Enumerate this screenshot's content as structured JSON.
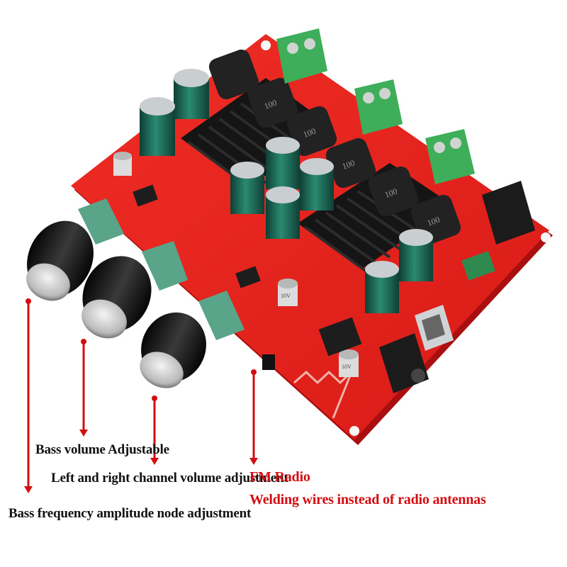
{
  "colors": {
    "board_red": "#e3201c",
    "heatsink": "#1b1b1b",
    "capacitor": "#1f6b5a",
    "terminal_green": "#3fae5a",
    "knob": "#1a1a1a",
    "annotation_red": "#d40d12"
  },
  "labels": {
    "bass_volume": "Bass volume Adjustable",
    "lr_volume": "Left and right channel volume adjustment",
    "fm_radio": "FM Radio",
    "welding": "Welding wires instead of radio antennas",
    "bass_freq": "Bass frequency amplitude node adjustment"
  },
  "component_text": {
    "inductor_marking": "100",
    "small_cap_marking": "10V"
  },
  "icons": [
    "amplifier-board-image",
    "knob-icon",
    "capacitor-icon",
    "inductor-icon",
    "terminal-block-icon",
    "usb-port-icon",
    "audio-jack-icon",
    "dc-jack-icon",
    "arrow-line-icon"
  ]
}
